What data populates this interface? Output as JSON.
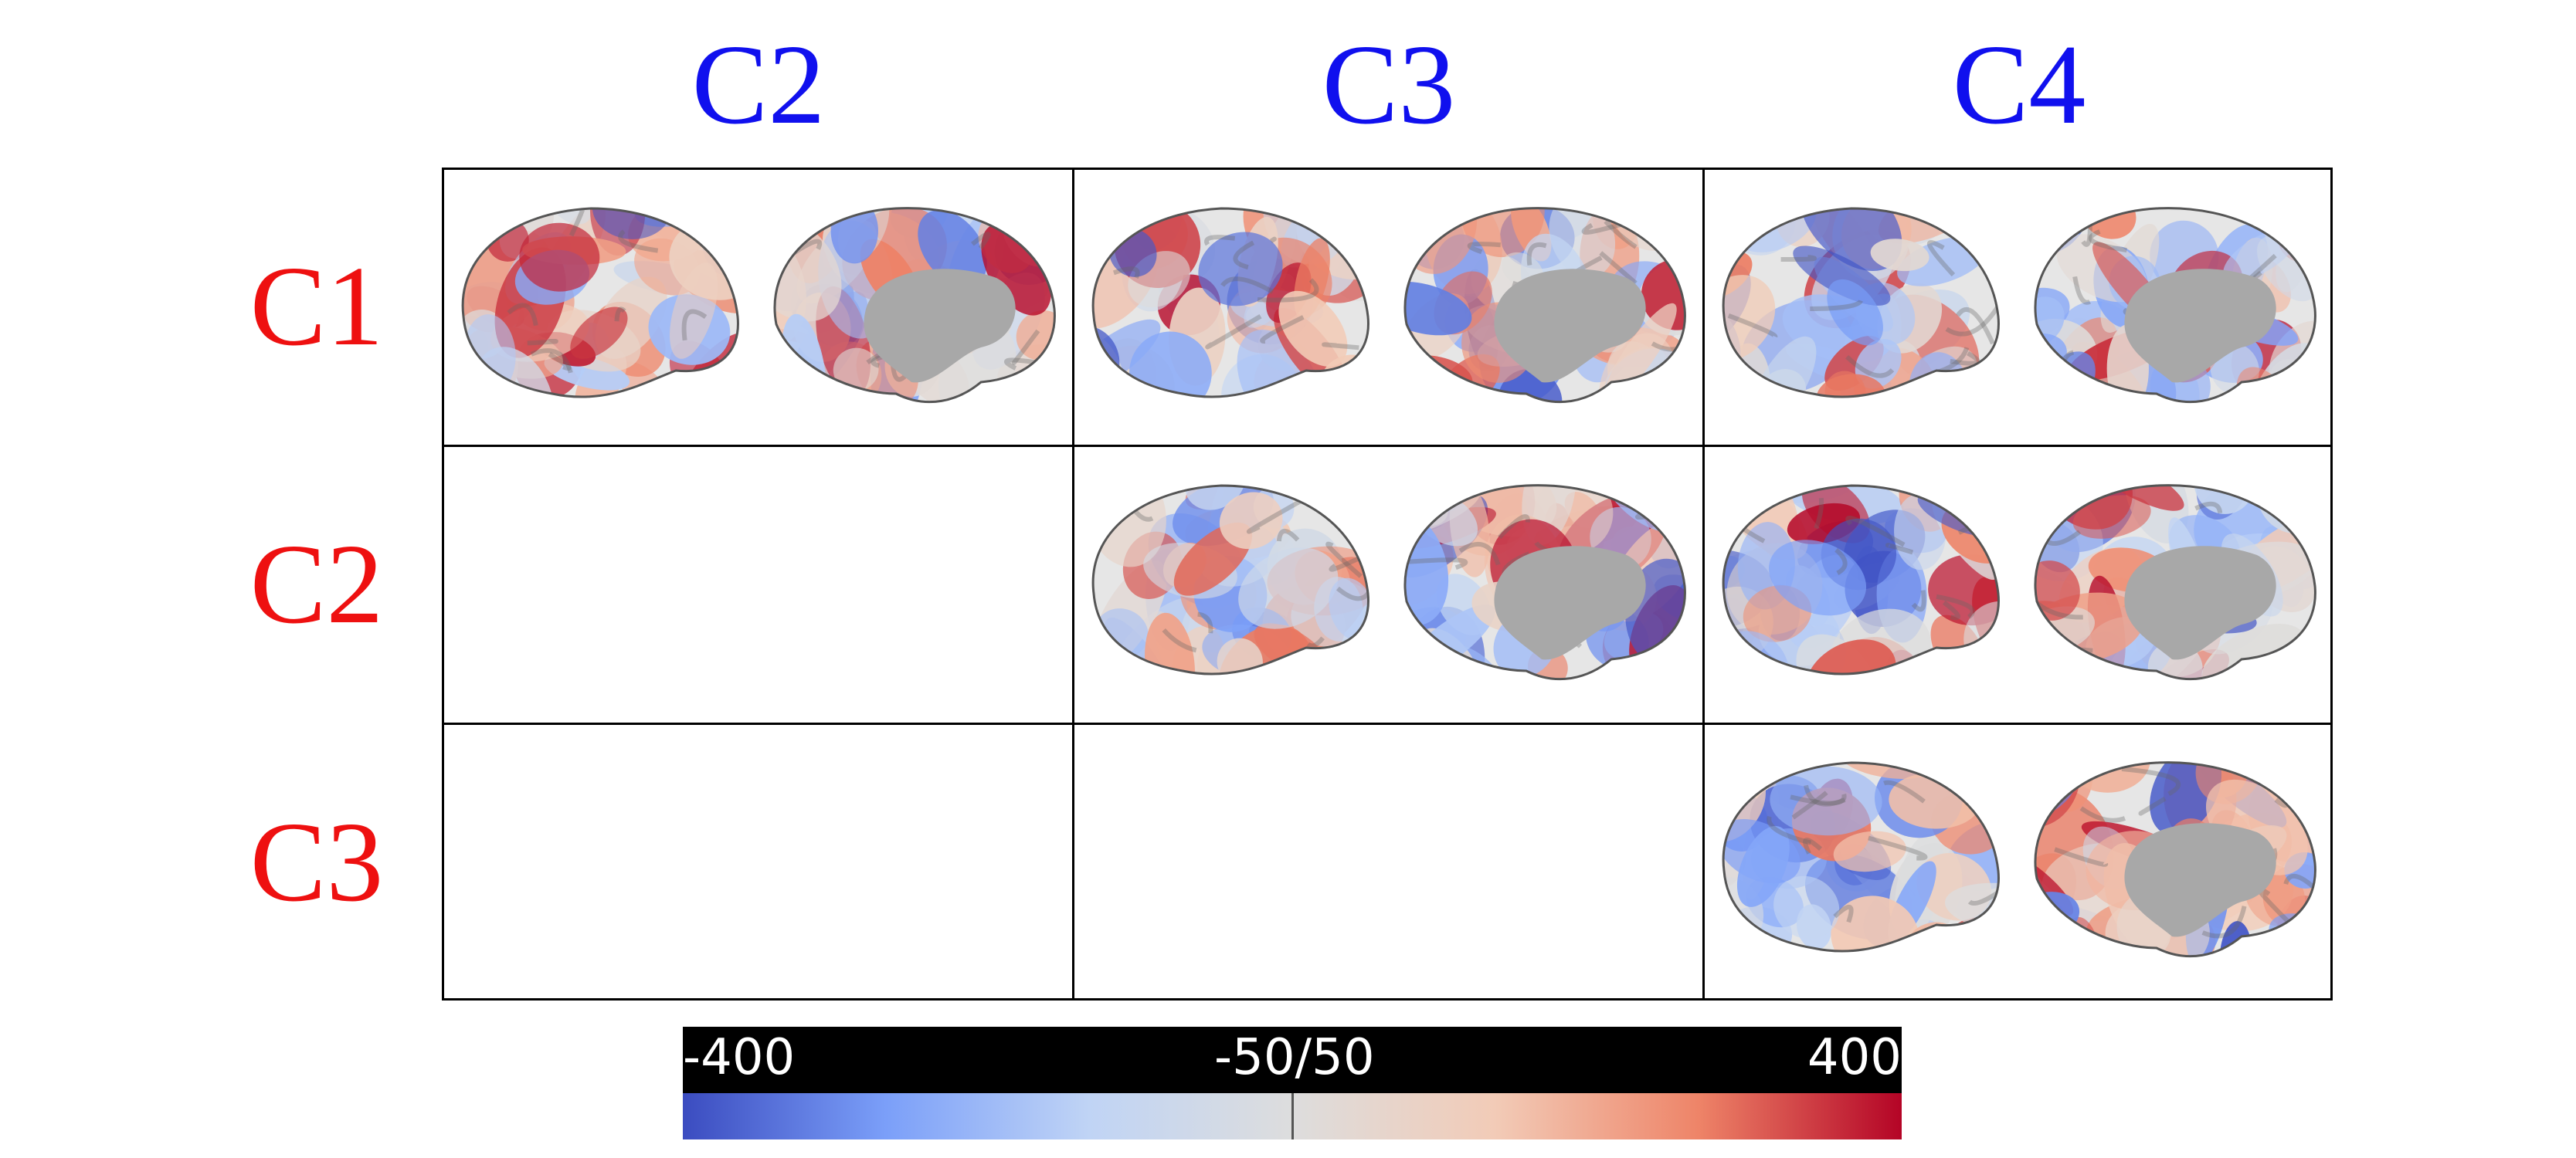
{
  "column_labels": [
    "C2",
    "C3",
    "C4"
  ],
  "row_labels": [
    "C1",
    "C2",
    "C3"
  ],
  "label_colors": {
    "column": "#1010ee",
    "row": "#ee1010"
  },
  "cells": [
    {
      "row": "C1",
      "col": "C2",
      "filled": true,
      "seed": 11
    },
    {
      "row": "C1",
      "col": "C3",
      "filled": true,
      "seed": 23
    },
    {
      "row": "C1",
      "col": "C4",
      "filled": true,
      "seed": 37
    },
    {
      "row": "C2",
      "col": "C2",
      "filled": false
    },
    {
      "row": "C2",
      "col": "C3",
      "filled": true,
      "seed": 41
    },
    {
      "row": "C2",
      "col": "C4",
      "filled": true,
      "seed": 53
    },
    {
      "row": "C3",
      "col": "C2",
      "filled": false
    },
    {
      "row": "C3",
      "col": "C3",
      "filled": false
    },
    {
      "row": "C3",
      "col": "C4",
      "filled": true,
      "seed": 67
    }
  ],
  "colorbar": {
    "tick_labels": [
      "-400",
      "-50/50",
      "400"
    ],
    "colors": [
      "#3b4cc0",
      "#7b9ff9",
      "#c0d4f5",
      "#dddddd",
      "#f2cbb7",
      "#ee8468",
      "#b40426"
    ]
  },
  "medial_wall_color": "#a8a8a8"
}
